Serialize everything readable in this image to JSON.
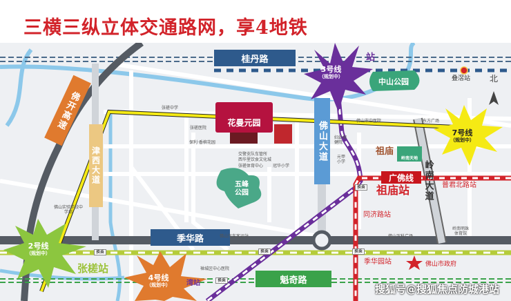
{
  "title": "三横三纵立体交通路网，享4地铁",
  "roads": {
    "guidan": "桂丹路",
    "fokai": "佛开高速",
    "shuxi": "津西大道",
    "foshan": "佛山大道",
    "jihua": "季华路",
    "kuiqi": "魁奇路",
    "lingnan": "岭南大道"
  },
  "metro": {
    "line3": {
      "name": "3号线",
      "status": "（规划中）"
    },
    "line7": {
      "name": "7号线",
      "status": "（规划中）"
    },
    "line2": {
      "name": "2号线",
      "status": "（规划中）"
    },
    "line4": {
      "name": "4号线",
      "status": "（规划中）"
    },
    "guangfo": "广佛线"
  },
  "stations": {
    "zumiao": "祖庙站",
    "pujunbeilu": "普君北路站",
    "tongjilu": "同济路站",
    "jihuayuan": "季华园站",
    "zhangcha": "张槎站",
    "dieyao": "叠滘站",
    "top": "站",
    "bottom_left": "湾站",
    "transfer": "换乘"
  },
  "pois": {
    "project": "花曼元园",
    "zhongshan_park": "中山公园",
    "wufeng_park": "五峰公园",
    "zumiao": "祖庙",
    "lingnan_tiandi": "岭南天地",
    "north": "北",
    "zhangcha_school": "张槎中学",
    "zhangcha_hospital": "张槎医院",
    "baoli": "保利·香槟花园",
    "jiaojing": "交警支队车管所",
    "xihua": "西华里饮食文化城",
    "sports": "张槎体育中心",
    "guanhua": "冠华小学",
    "fuyou": "妇幼保健院",
    "yuanjia": "元甲小学",
    "zhongyi": "佛山市中医院",
    "dongfang": "东方广场",
    "medical_school": "佛山实验学校中学部",
    "chancheng_hospital": "禅城区中心医院",
    "qiche": "佛山汽车客运站",
    "wanke": "佛山万科广场",
    "lingnan_gym": "岭南明珠体育馆",
    "gov": "佛山市政府",
    "star_gov_marker": "★"
  },
  "watermark": "搜狐号@搜狐焦点防城港站",
  "colors": {
    "title": "#d2232a",
    "roadbox": "#2e5a8c",
    "green": "#3aa24a",
    "purple": "#6a2f9b",
    "yellow": "#f5ea14",
    "red": "#d2232a",
    "orange": "#e07a2e"
  }
}
